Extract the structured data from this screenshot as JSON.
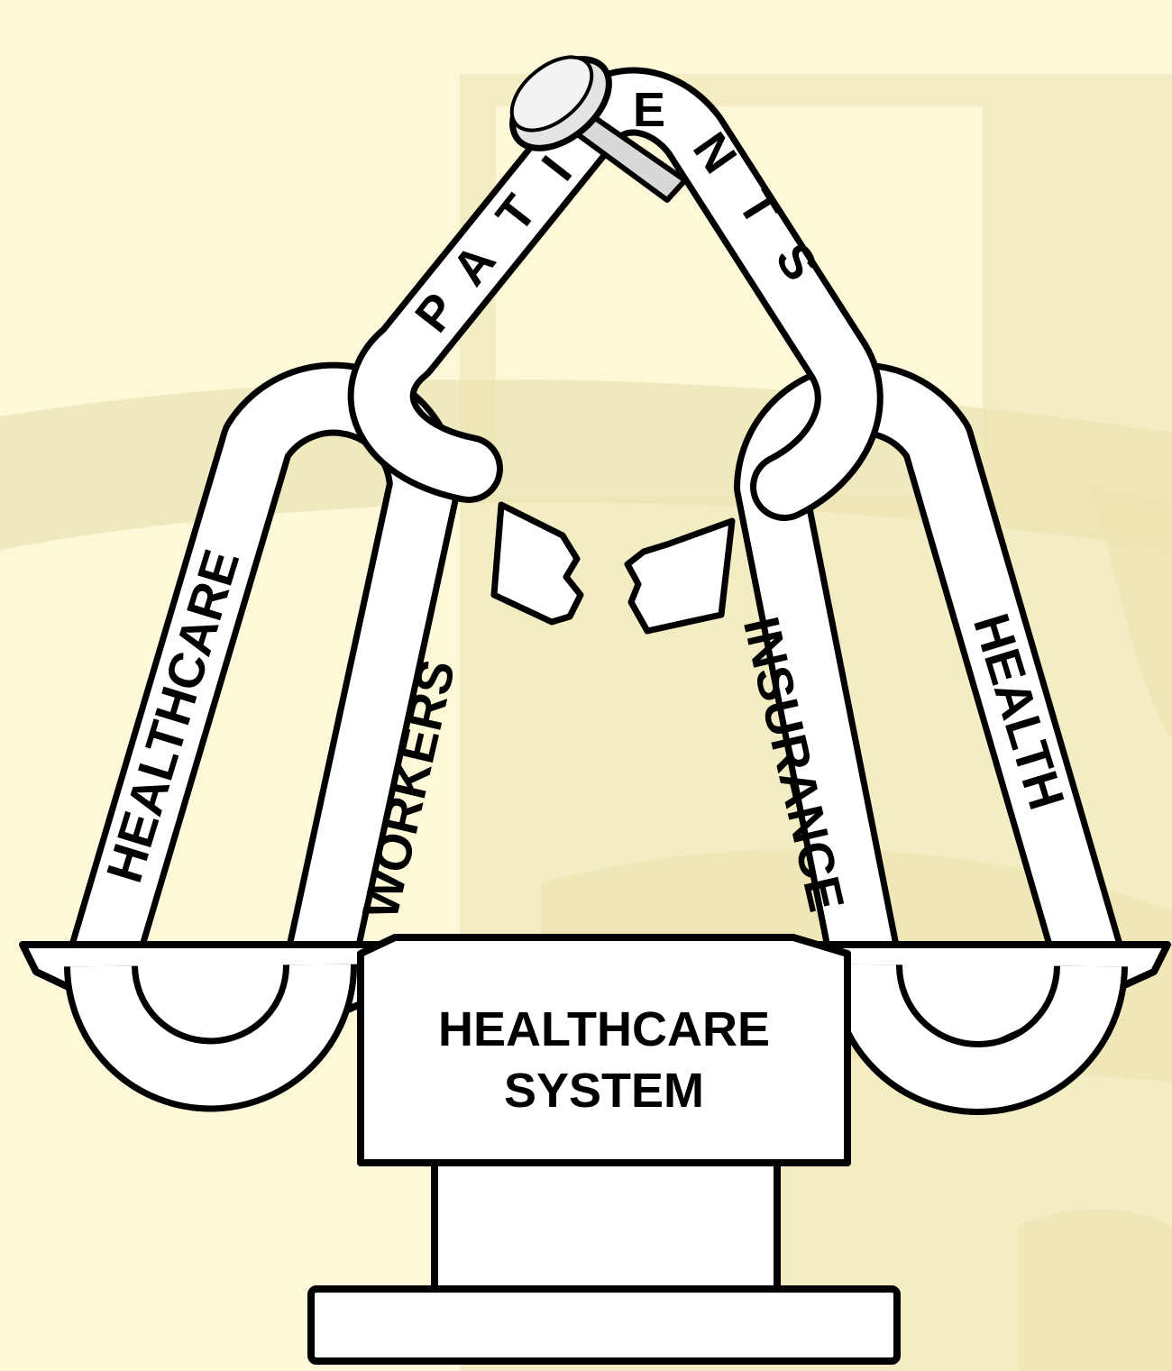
{
  "labels": {
    "left_outer": "HEALTHCARE",
    "left_inner": "WORKERS",
    "right_inner": "INSURANCE",
    "right_outer": "HEALTH",
    "top_arc": "PATIENTS",
    "base_line1": "HEALTHCARE",
    "base_line2": "SYSTEM"
  },
  "icons": {
    "nail": "nail-icon",
    "scale": "balance-scale-icon"
  },
  "colors": {
    "background": "#fcf8d8",
    "watermark": "#ece3b3",
    "outline": "#000000",
    "link_fill": "#ffffff",
    "nail_fill": "#e4e4e4"
  }
}
